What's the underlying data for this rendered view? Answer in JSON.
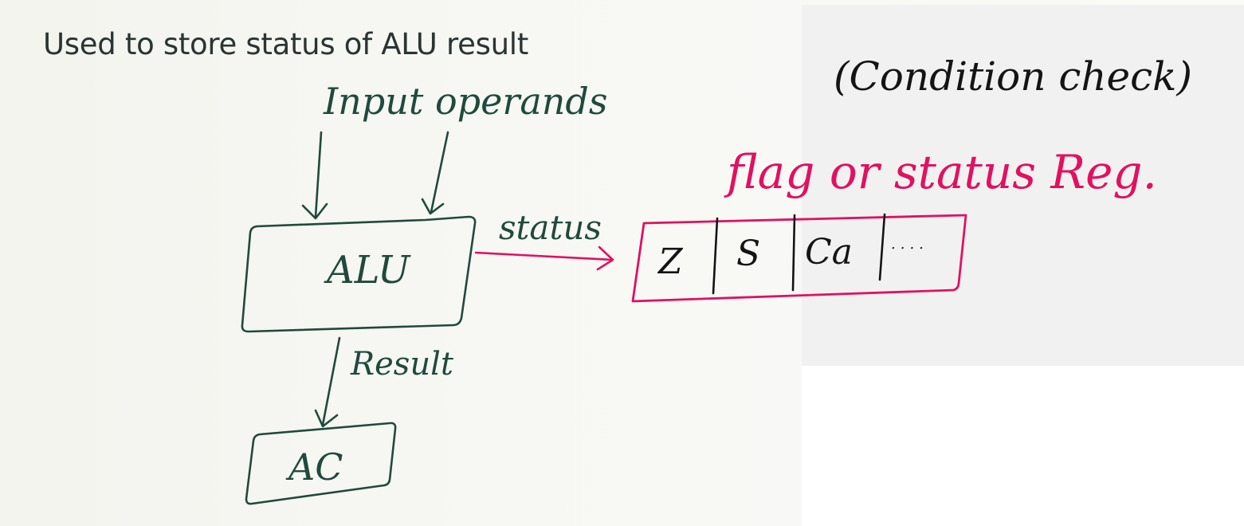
{
  "heading": "Used to store status of ALU result",
  "annotations": {
    "input_operands": "Input operands",
    "status_arrow": "status",
    "result_arrow": "Result",
    "flag_register_title": "flag or status Reg.",
    "condition_check": "(Condition check)"
  },
  "blocks": {
    "alu": "ALU",
    "accumulator": "AC"
  },
  "flag_register": {
    "cells": [
      "Z",
      "S",
      "Ca",
      "...."
    ]
  },
  "colors": {
    "ink_green": "#1f4a3c",
    "ink_red": "#e0115f",
    "ink_black": "#141414",
    "heading_text": "#2a3432"
  }
}
